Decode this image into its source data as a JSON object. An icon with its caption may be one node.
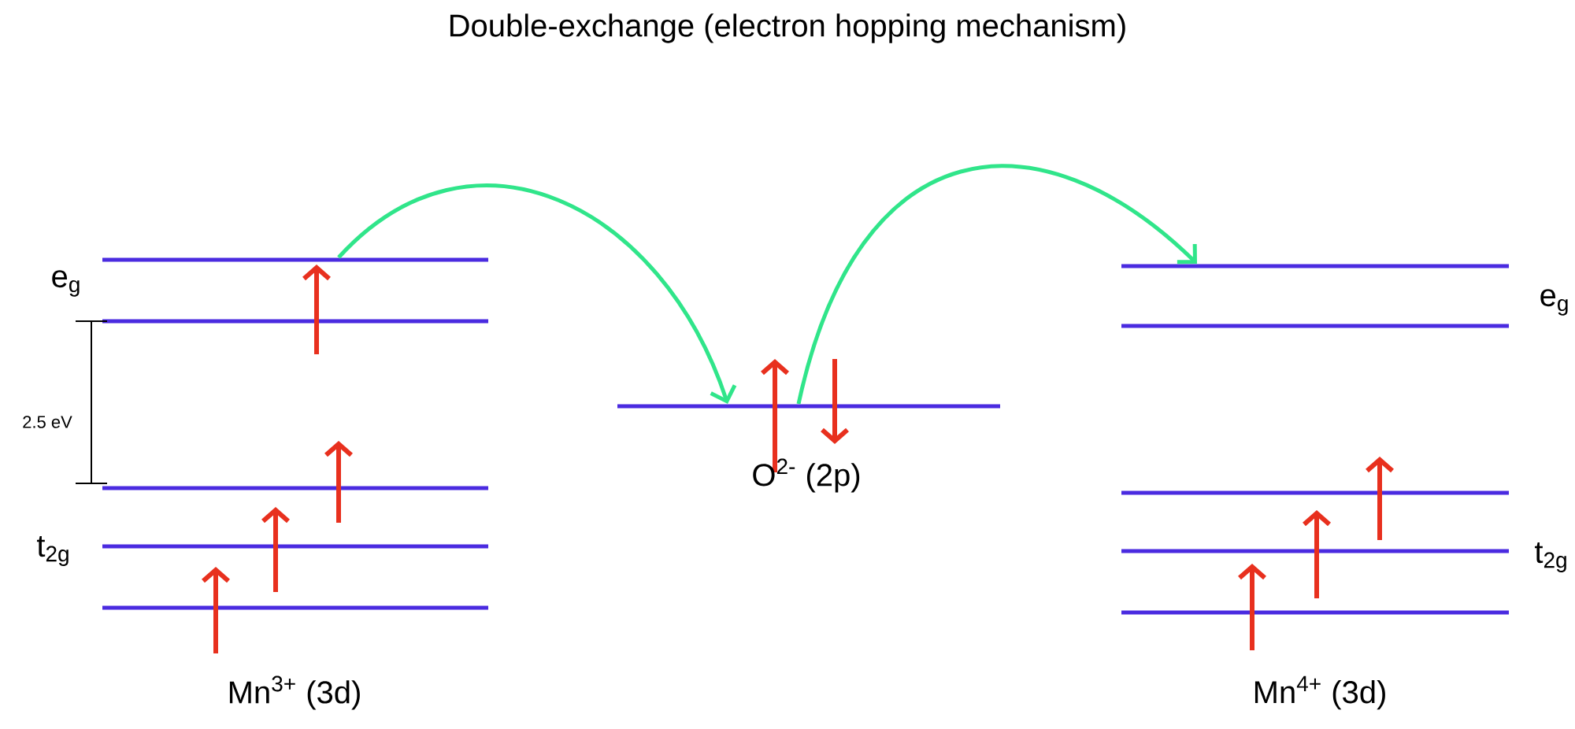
{
  "diagram": {
    "title": "Double-exchange (electron hopping mechanism)",
    "nodes": [
      {
        "text": [],
        "shape": "bar"
      },
      {
        "text": [],
        "shape": "bar"
      },
      {
        "text": [],
        "shape": "bar"
      },
      {
        "text": [],
        "shape": "bar"
      },
      {
        "text": [],
        "shape": "bar"
      },
      {
        "text": [],
        "shape": "bar"
      },
      {
        "text": [],
        "shape": "bar"
      },
      {
        "text": [],
        "shape": "bar"
      },
      {
        "text": [],
        "shape": "bar"
      },
      {
        "text": [],
        "shape": "bar"
      },
      {
        "text": [],
        "shape": "bar"
      }
    ],
    "edges": [
      {
        "from": 0,
        "to": 5,
        "arrow": "to"
      },
      {
        "from": 5,
        "to": 6,
        "arrow": "to"
      }
    ],
    "labels": [
      "e$_{g}$",
      "2.5 eV",
      "t$_{2g}$",
      "Mn$^{3+}$ (3d)",
      "O$^{2-}$ (2p)",
      "e$_{g}$",
      "t$_{2g}$",
      "Mn$^{4+}$ (3d)"
    ]
  }
}
